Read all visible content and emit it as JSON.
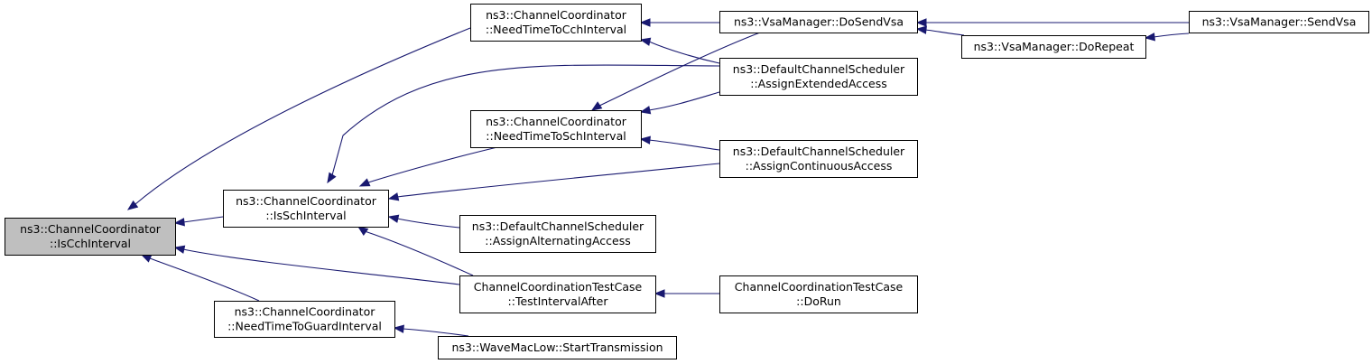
{
  "graph": {
    "direction": "right-to-left",
    "colors": {
      "edge": "#191970",
      "root_fill": "#bfbfbf",
      "node_fill": "#ffffff",
      "border": "#000000"
    },
    "nodes": [
      {
        "id": "iscch",
        "root": true,
        "lines": [
          "ns3::ChannelCoordinator",
          "::IsCchInterval"
        ]
      },
      {
        "id": "issch",
        "lines": [
          "ns3::ChannelCoordinator",
          "::IsSchInterval"
        ]
      },
      {
        "id": "guard",
        "lines": [
          "ns3::ChannelCoordinator",
          "::NeedTimeToGuardInterval"
        ]
      },
      {
        "id": "needcch",
        "lines": [
          "ns3::ChannelCoordinator",
          "::NeedTimeToCchInterval"
        ]
      },
      {
        "id": "needsch",
        "lines": [
          "ns3::ChannelCoordinator",
          "::NeedTimeToSchInterval"
        ]
      },
      {
        "id": "alternating",
        "lines": [
          "ns3::DefaultChannelScheduler",
          "::AssignAlternatingAccess"
        ]
      },
      {
        "id": "testafter",
        "lines": [
          "ChannelCoordinationTestCase",
          "::TestIntervalAfter"
        ]
      },
      {
        "id": "starttx",
        "lines": [
          "ns3::WaveMacLow::StartTransmission"
        ]
      },
      {
        "id": "dosendvsa",
        "lines": [
          "ns3::VsaManager::DoSendVsa"
        ]
      },
      {
        "id": "extended",
        "lines": [
          "ns3::DefaultChannelScheduler",
          "::AssignExtendedAccess"
        ]
      },
      {
        "id": "continuous",
        "lines": [
          "ns3::DefaultChannelScheduler",
          "::AssignContinuousAccess"
        ]
      },
      {
        "id": "dorun",
        "lines": [
          "ChannelCoordinationTestCase",
          "::DoRun"
        ]
      },
      {
        "id": "dorepeat",
        "lines": [
          "ns3::VsaManager::DoRepeat"
        ]
      },
      {
        "id": "sendvsa",
        "lines": [
          "ns3::VsaManager::SendVsa"
        ]
      }
    ],
    "edges": [
      {
        "from": "issch",
        "to": "iscch"
      },
      {
        "from": "needcch",
        "to": "iscch"
      },
      {
        "from": "testafter",
        "to": "iscch"
      },
      {
        "from": "guard",
        "to": "iscch"
      },
      {
        "from": "extended",
        "to": "issch"
      },
      {
        "from": "needsch",
        "to": "issch"
      },
      {
        "from": "continuous",
        "to": "issch"
      },
      {
        "from": "alternating",
        "to": "issch"
      },
      {
        "from": "testafter",
        "to": "issch"
      },
      {
        "from": "starttx",
        "to": "guard"
      },
      {
        "from": "dosendvsa",
        "to": "needcch"
      },
      {
        "from": "extended",
        "to": "needcch"
      },
      {
        "from": "dosendvsa",
        "to": "needsch"
      },
      {
        "from": "extended",
        "to": "needsch"
      },
      {
        "from": "continuous",
        "to": "needsch"
      },
      {
        "from": "dorun",
        "to": "testafter"
      },
      {
        "from": "sendvsa",
        "to": "dosendvsa"
      },
      {
        "from": "dorepeat",
        "to": "dosendvsa"
      },
      {
        "from": "sendvsa",
        "to": "dorepeat"
      }
    ]
  }
}
